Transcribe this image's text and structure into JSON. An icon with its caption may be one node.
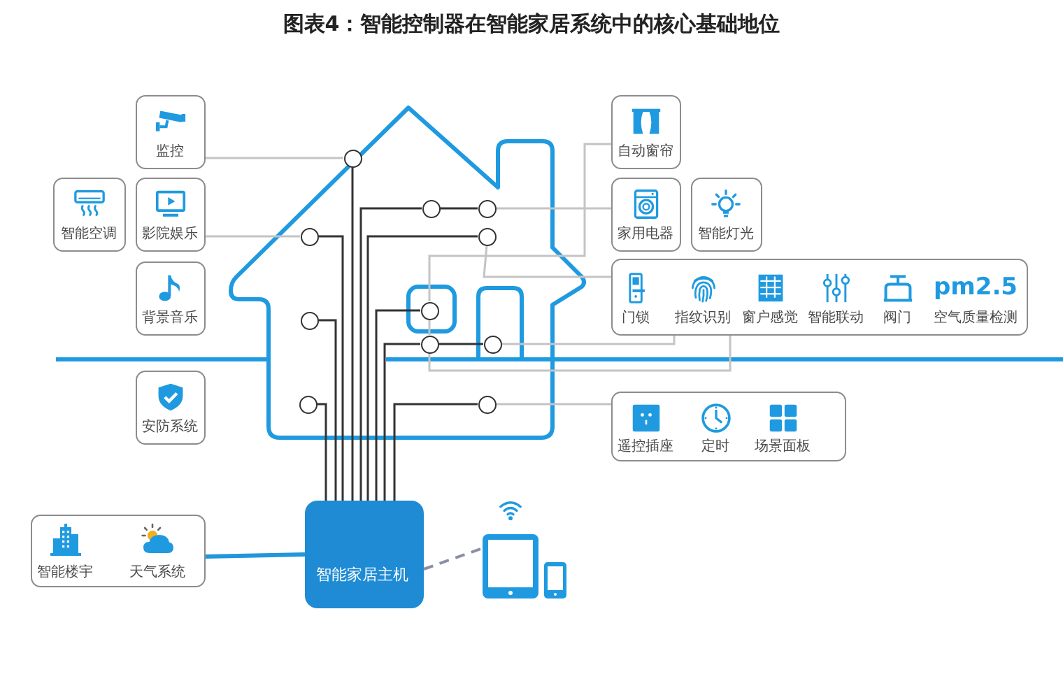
{
  "diagram": {
    "title": "图表4：智能控制器在智能家居系统中的核心基础地位",
    "nodes": [
      {
        "text": [
          "监控"
        ]
      },
      {
        "text": [
          "智能空调"
        ]
      },
      {
        "text": [
          "影院娱乐"
        ]
      },
      {
        "text": [
          "背景音乐"
        ]
      },
      {
        "text": [
          "安防系统"
        ]
      },
      {
        "text": [
          "自动窗帘"
        ]
      },
      {
        "text": [
          "家用电器"
        ]
      },
      {
        "text": [
          "智能灯光"
        ]
      },
      {
        "text": [
          "门锁",
          "指纹识别",
          "窗户感觉",
          "智能联动",
          "阀门",
          "pm2.5",
          "空气质量检测"
        ]
      },
      {
        "text": [
          "遥控插座",
          "定时",
          "场景面板"
        ]
      },
      {
        "text": [
          "智能楼宇",
          "天气系统"
        ]
      },
      {
        "text": [
          "智能家居主机"
        ]
      },
      {
        "text": [],
        "shape": "picture"
      },
      {
        "text": [],
        "shape": "circle"
      },
      {
        "text": [],
        "shape": "circle"
      },
      {
        "text": [],
        "shape": "circle"
      },
      {
        "text": [],
        "shape": "circle"
      },
      {
        "text": [],
        "shape": "circle"
      },
      {
        "text": [],
        "shape": "circle"
      },
      {
        "text": [],
        "shape": "circle"
      },
      {
        "text": [],
        "shape": "circle"
      },
      {
        "text": [],
        "shape": "circle"
      },
      {
        "text": [],
        "shape": "circle"
      },
      {
        "text": [],
        "shape": "circle"
      }
    ],
    "edges": [
      {
        "from": 11,
        "to": 13,
        "arrow": "none"
      },
      {
        "from": 11,
        "to": 14,
        "arrow": "none"
      },
      {
        "from": 11,
        "to": 15,
        "arrow": "none"
      },
      {
        "from": 11,
        "to": 16,
        "arrow": "none"
      },
      {
        "from": 11,
        "to": 17,
        "arrow": "none"
      },
      {
        "from": 11,
        "to": 19,
        "arrow": "none"
      },
      {
        "from": 11,
        "to": 20,
        "arrow": "none"
      },
      {
        "from": 11,
        "to": 21,
        "arrow": "none"
      },
      {
        "from": 11,
        "to": 23,
        "arrow": "none"
      },
      {
        "from": 17,
        "to": 18,
        "arrow": "none"
      },
      {
        "from": 21,
        "to": 22,
        "arrow": "none"
      },
      {
        "from": 0,
        "to": 13,
        "arrow": "none",
        "color": "#c4c4c4"
      },
      {
        "from": 2,
        "to": 14,
        "arrow": "none",
        "color": "#c4c4c4"
      },
      {
        "from": 6,
        "to": 18,
        "arrow": "none",
        "color": "#c4c4c4"
      },
      {
        "from": 8,
        "to": 19,
        "arrow": "none",
        "color": "#c4c4c4"
      },
      {
        "from": 5,
        "to": 20,
        "arrow": "none",
        "color": "#c4c4c4"
      },
      {
        "from": 8,
        "to": 21,
        "arrow": "none",
        "color": "#c4c4c4"
      },
      {
        "from": 9,
        "to": 23,
        "arrow": "none",
        "color": "#c4c4c4"
      },
      {
        "from": 10,
        "to": 11,
        "arrow": "none",
        "style": "thick",
        "color": "#2196dc"
      },
      {
        "from": 11,
        "to": 12,
        "arrow": "none",
        "style": "dashed",
        "color": "#8a8fa6"
      },
      {
        "from": 20,
        "to": 21,
        "arrow": "none",
        "color": "#c4c4c4"
      },
      {
        "from": 8,
        "to": 22,
        "arrow": "none",
        "color": "#c4c4c4"
      }
    ]
  }
}
